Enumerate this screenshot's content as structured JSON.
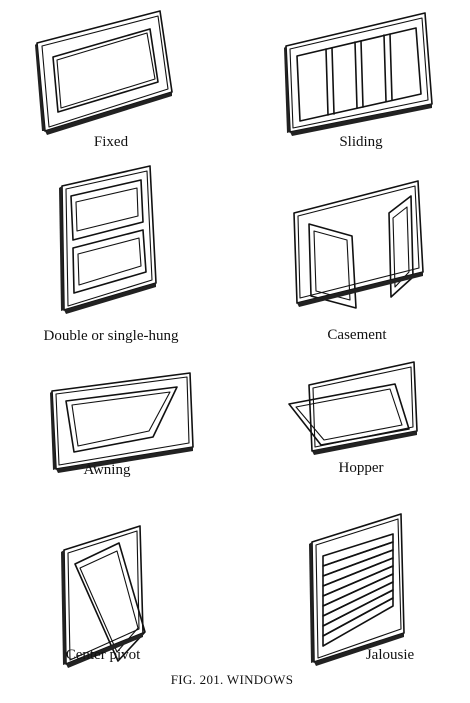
{
  "figure": {
    "caption": "FIG. 201. WINDOWS",
    "windows": [
      {
        "label": "Fixed",
        "icon": "fixed-window-icon"
      },
      {
        "label": "Sliding",
        "icon": "sliding-window-icon"
      },
      {
        "label": "Double or single-hung",
        "icon": "double-hung-window-icon"
      },
      {
        "label": "Casement",
        "icon": "casement-window-icon"
      },
      {
        "label": "Awning",
        "icon": "awning-window-icon"
      },
      {
        "label": "Hopper",
        "icon": "hopper-window-icon"
      },
      {
        "label": "Center pivot",
        "icon": "center-pivot-window-icon"
      },
      {
        "label": "Jalousie",
        "icon": "jalousie-window-icon"
      }
    ]
  }
}
